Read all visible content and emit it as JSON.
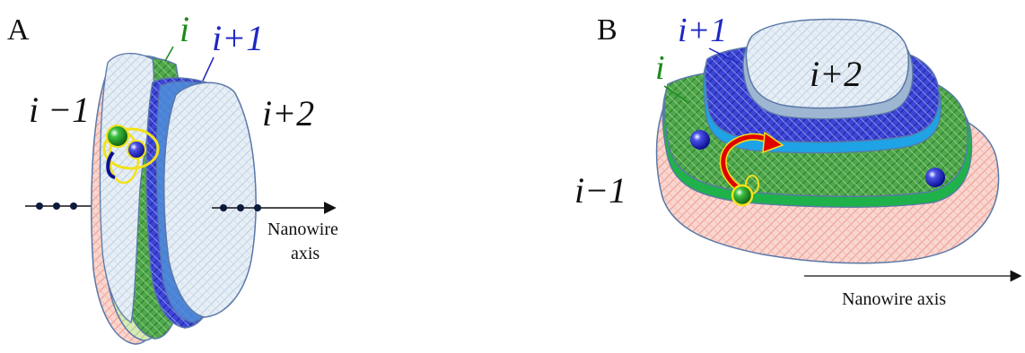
{
  "panels": {
    "a": {
      "letter": "A",
      "labels": {
        "prev": "i −1",
        "current": "i",
        "next": "i+1",
        "next2": "i+2"
      },
      "axis_label_line1": "Nanowire",
      "axis_label_line2": "axis"
    },
    "b": {
      "letter": "B",
      "labels": {
        "prev": "i−1",
        "current": "i",
        "next": "i+1",
        "next2": "i+2"
      },
      "axis_label": "Nanowire axis"
    }
  },
  "colors": {
    "layer_prev": "#f2b1a2",
    "layer_prev_b": "#f6b7b1",
    "layer_current": "#3c9a3a",
    "layer_current_light": "#cfe3a8",
    "layer_next": "#2f38c8",
    "layer_next2": "#dde8f2",
    "step_cyan": "#1ea3e6",
    "step_green": "#12b548",
    "label_green": "#1a8a1a",
    "label_blue": "#1f27c2",
    "atom_blue": "#1218b8",
    "atom_green": "#1f9a26",
    "arrow_red": "#e00000",
    "outline": "#4a6a9a"
  }
}
